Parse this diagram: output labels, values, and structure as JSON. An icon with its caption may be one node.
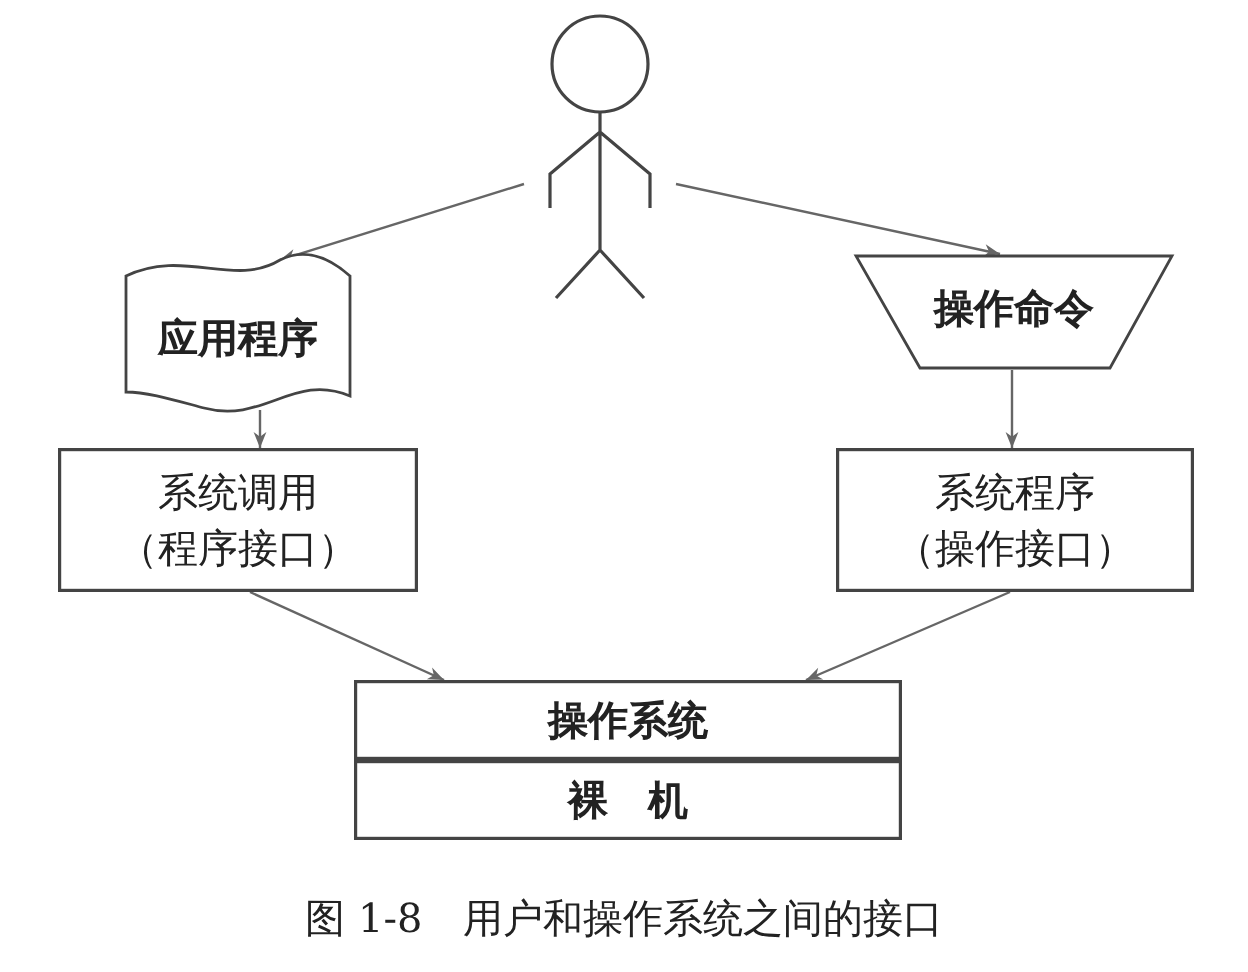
{
  "diagram": {
    "caption": "图 1-8　用户和操作系统之间的接口",
    "nodes": [
      {
        "text": [],
        "shape": "person"
      },
      {
        "text": [
          "应用程序"
        ]
      },
      {
        "text": [
          "操作命令"
        ]
      },
      {
        "text": [
          "系统调用",
          "（程序接口）"
        ]
      },
      {
        "text": [
          "系统程序",
          "（操作接口）"
        ]
      },
      {
        "text": [
          "操作系统"
        ]
      },
      {
        "text": [
          "裸　机"
        ]
      }
    ],
    "edges": [
      {
        "from": 0,
        "to": 1,
        "arrow": "to"
      },
      {
        "from": 0,
        "to": 2,
        "arrow": "to"
      },
      {
        "from": 1,
        "to": 3,
        "arrow": "to"
      },
      {
        "from": 2,
        "to": 4,
        "arrow": "to"
      },
      {
        "from": 3,
        "to": 5,
        "arrow": "to"
      },
      {
        "from": 4,
        "to": 5,
        "arrow": "to"
      }
    ]
  }
}
